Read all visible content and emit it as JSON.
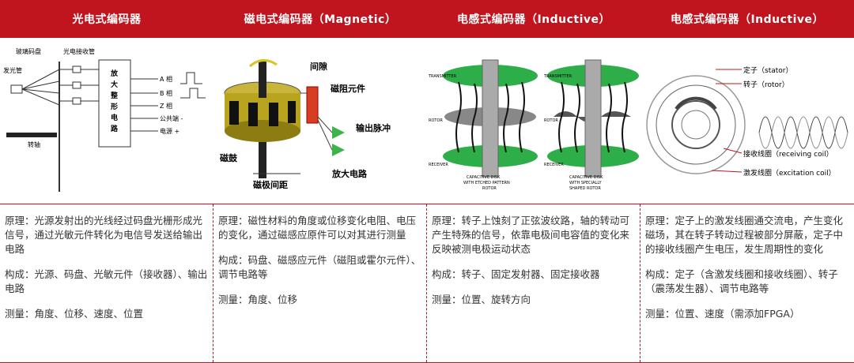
{
  "headers": [
    "光电式编码器",
    "磁电式编码器（Magnetic）",
    "电感式编码器（Inductive）",
    "电感式编码器（Inductive）"
  ],
  "optical": {
    "labels": {
      "disk": "玻璃码盘",
      "receiver": "光电接收管",
      "emitter": "发光管",
      "shaping": [
        "放",
        "大",
        "整",
        "形",
        "电",
        "路"
      ],
      "a_phase": "A 相",
      "b_phase": "B 相",
      "z_phase": "Z 相",
      "common": "公共端 -",
      "power": "电源 +",
      "shaft": "转轴"
    },
    "principle": "原理：光源发射出的光线经过码盘光栅形成光信号，通过光敏元件转化为电信号发送给输出电路",
    "composition": "构成：光源、码盘、光敏元件（接收器）、输出电路",
    "measure": "测量：角度、位移、速度、位置"
  },
  "magnetic": {
    "labels": {
      "gap": "间隙",
      "element": "磁阻元件",
      "pulse": "输出脉冲",
      "amp": "放大电路",
      "drum": "磁鼓",
      "pitch": "磁极间距"
    },
    "principle": "原理：磁性材料的角度或位移变化电阻、电压的变化，通过磁感应原件可以对其进行测量",
    "composition": "构成：码盘、磁感应元件（磁阻或霍尔元件）、调节电路等",
    "measure": "测量：角度、位移"
  },
  "capacitive": {
    "labels": {
      "transmitter": "TRANSMITTER",
      "rotor": "ROTOR",
      "receiver": "RECEIVER",
      "disk1": [
        "CAPACITIVE DISK",
        "WITH ETCHED PATTERN",
        "ROTOR"
      ],
      "disk2": [
        "CAPACITIVE DISK",
        "WITH SPECIALLY",
        "SHAPED ROTOR"
      ]
    },
    "principle": "原理：转子上蚀刻了正弦波纹路，轴的转动可产生特殊的信号，依靠电极间电容值的变化来反映被测电极运动状态",
    "composition": "构成：转子、固定发射器、固定接收器",
    "measure": "测量：位置、旋转方向"
  },
  "inductive": {
    "labels": {
      "stator": "定子（stator）",
      "rotor": "转子（rotor）",
      "receiving": "接收线圈（receiving coil）",
      "excitation": "激发线圈（excitation coil）"
    },
    "principle": "原理：定子上的激发线圈通交流电，产生变化磁场，其在转子转动过程被部分屏蔽，定子中的接收线圈产生电压，发生周期性的变化",
    "composition": "构成：定子（含激发线圈和接收线圈）、转子（震荡发生器）、调节电路等",
    "measure": "测量：位置、速度（需添加FPGA）"
  },
  "colors": {
    "accent": "#c0141f",
    "green": "#1f9e3a",
    "olive": "#b8a41e"
  }
}
